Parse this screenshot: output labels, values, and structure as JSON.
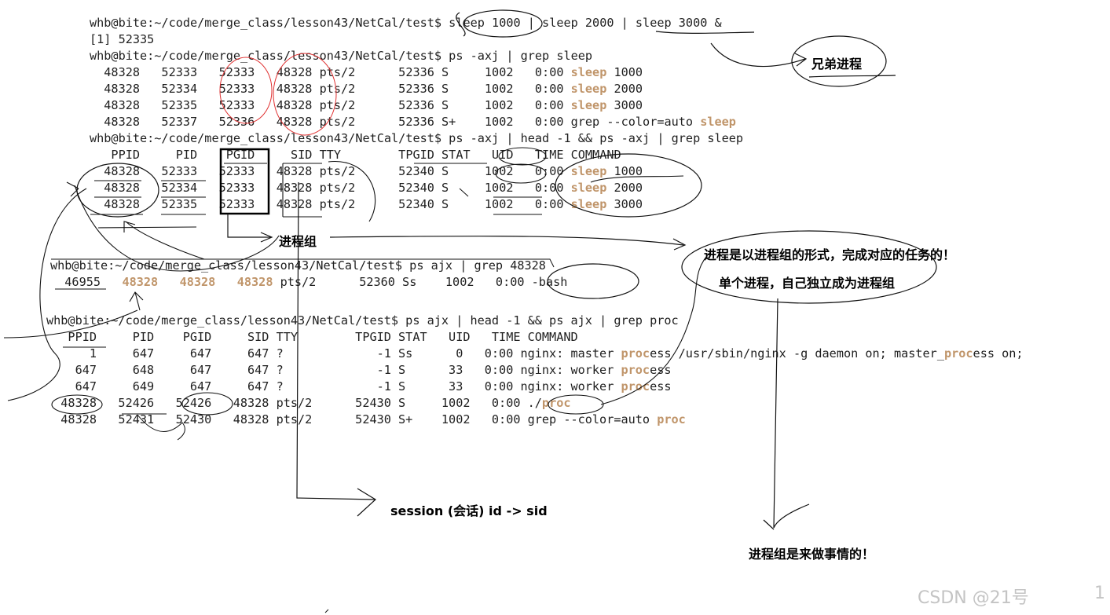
{
  "terminal": {
    "lines": [
      {
        "text": "whb@bite:~/code/merge_class/lesson43/NetCal/test$ sleep 1000 | sleep 2000 | sleep 3000 &",
        "hl": []
      },
      {
        "text": "[1] 52335",
        "hl": []
      },
      {
        "text": "whb@bite:~/code/merge_class/lesson43/NetCal/test$ ps -axj | grep sleep",
        "hl": []
      },
      {
        "text": "  48328   52333   52333   48328 pts/2      52336 S     1002   0:00 sleep 1000",
        "hl": [
          "sleep"
        ]
      },
      {
        "text": "  48328   52334   52333   48328 pts/2      52336 S     1002   0:00 sleep 2000",
        "hl": [
          "sleep"
        ]
      },
      {
        "text": "  48328   52335   52333   48328 pts/2      52336 S     1002   0:00 sleep 3000",
        "hl": [
          "sleep"
        ]
      },
      {
        "text": "  48328   52337   52336   48328 pts/2      52336 S+    1002   0:00 grep --color=auto sleep",
        "hl": [
          "sleep"
        ]
      },
      {
        "text": "whb@bite:~/code/merge_class/lesson43/NetCal/test$ ps -axj | head -1 && ps -axj | grep sleep",
        "hl": []
      },
      {
        "text": "   PPID     PID    PGID     SID TTY        TPGID STAT   UID   TIME COMMAND",
        "hl": []
      },
      {
        "text": "  48328   52333   52333   48328 pts/2      52340 S     1002   0:00 sleep 1000",
        "hl": [
          "sleep"
        ]
      },
      {
        "text": "  48328   52334   52333   48328 pts/2      52340 S     1002   0:00 sleep 2000",
        "hl": [
          "sleep"
        ]
      },
      {
        "text": "  48328   52335   52333   48328 pts/2      52340 S     1002   0:00 sleep 3000",
        "hl": [
          "sleep"
        ]
      },
      {
        "text": "whb@bite:~/code/merge_class/lesson43/NetCal/test$ ps ajx | grep 48328",
        "hl": []
      },
      {
        "text": "  46955   48328   48328   48328 pts/2      52360 Ss    1002   0:00 -bash",
        "hl": [
          "48328"
        ]
      },
      {
        "text": "",
        "hl": []
      },
      {
        "text": "whb@bite:~/code/merge_class/lesson43/NetCal/test$ ps ajx | head -1 && ps ajx | grep proc",
        "hl": []
      },
      {
        "text": "   PPID     PID    PGID     SID TTY        TPGID STAT   UID   TIME COMMAND",
        "hl": []
      },
      {
        "text": "      1     647     647     647 ?             -1 Ss      0   0:00 nginx: master process /usr/sbin/nginx -g daemon on; master_process on;",
        "hl": [
          "proc"
        ]
      },
      {
        "text": "    647     648     647     647 ?             -1 S      33   0:00 nginx: worker process",
        "hl": [
          "proc"
        ]
      },
      {
        "text": "    647     649     647     647 ?             -1 S      33   0:00 nginx: worker process",
        "hl": [
          "proc"
        ]
      },
      {
        "text": "  48328   52426   52426   48328 pts/2      52430 S     1002   0:00 ./proc",
        "hl": [
          "proc"
        ]
      },
      {
        "text": "  48328   52431   52430   48328 pts/2      52430 S+    1002   0:00 grep --color=auto proc",
        "hl": [
          "proc"
        ]
      }
    ]
  },
  "annotations": {
    "sibling_processes": "兄弟进程",
    "process_group": "进程组",
    "process_group_task": "进程是以进程组的形式，完成对应的任务的！",
    "single_process_group": "单个进程，自己独立成为进程组",
    "session_id": "session (会话) id -> sid",
    "process_group_purpose": "进程组是来做事情的！"
  },
  "watermark": {
    "text": "CSDN @21号",
    "trailing": "1"
  },
  "colors": {
    "terminal_text": "#1f1f1f",
    "highlight": "#c0956a",
    "pen_black": "#111111",
    "pen_red": "#e03030",
    "watermark": "#c4c4c4"
  }
}
